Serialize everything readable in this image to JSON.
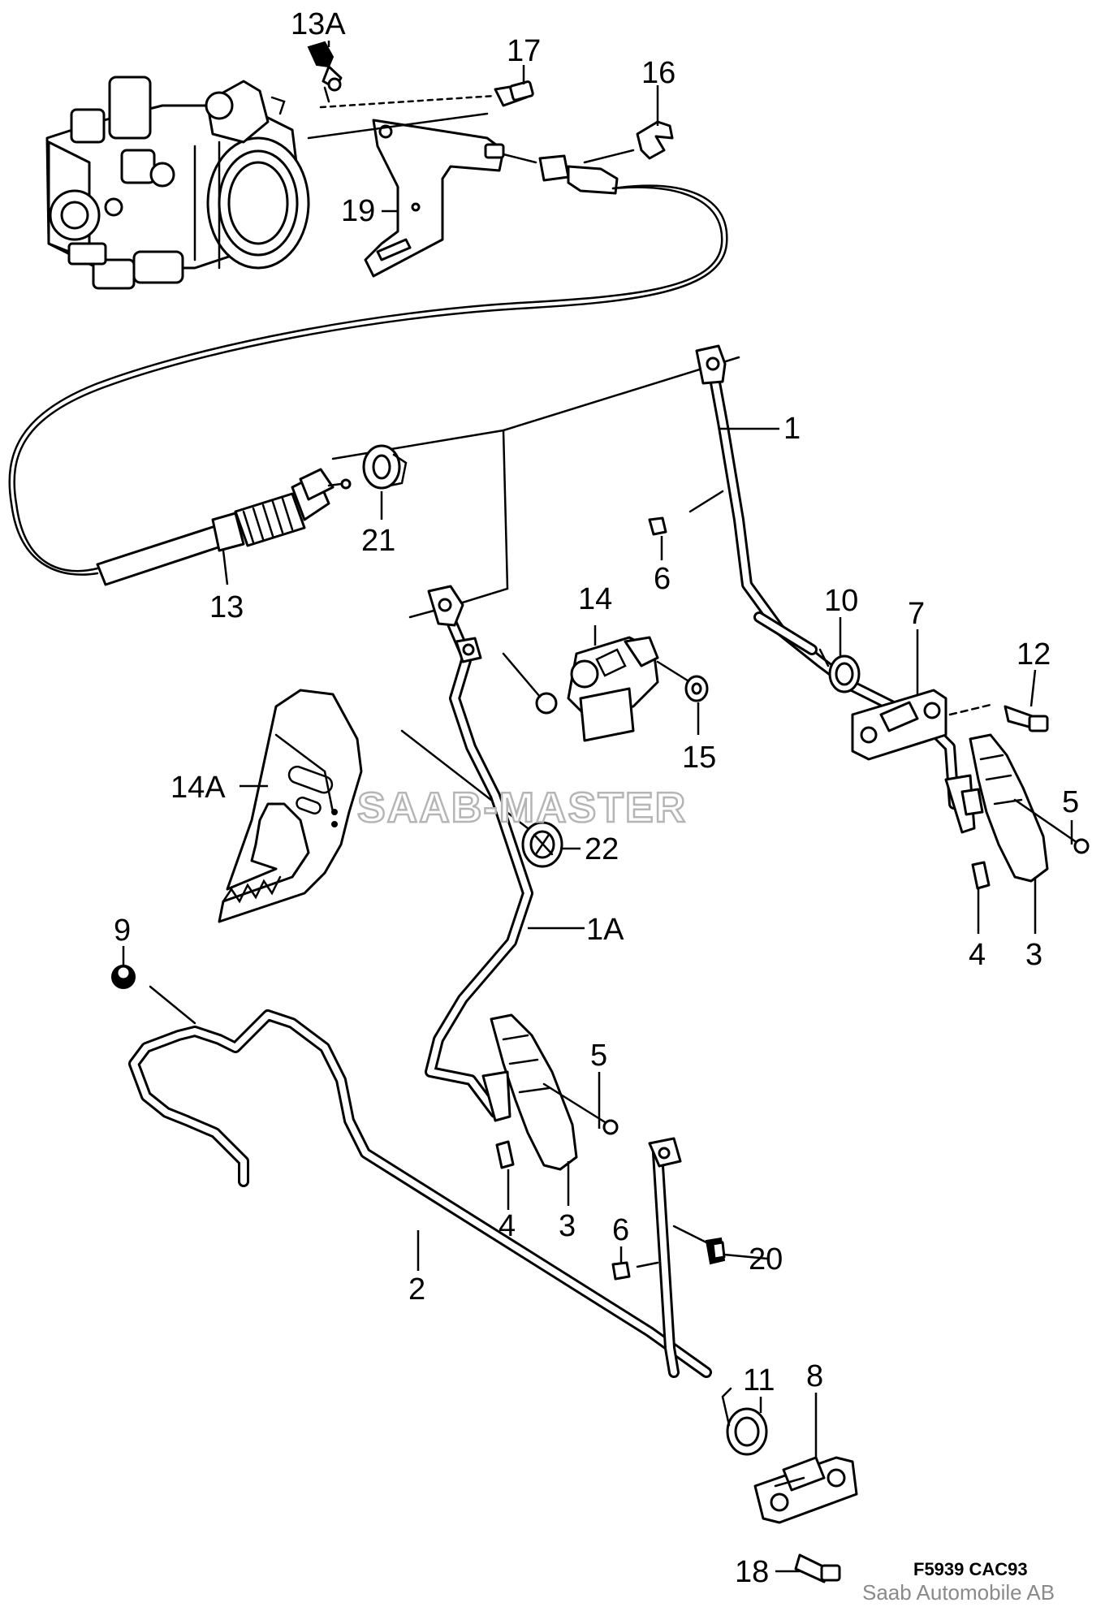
{
  "watermark": "SAAB-MASTER",
  "figure_ref": "F5939 CAC93",
  "copyright": "Saab Automobile AB",
  "callouts": {
    "c1": "1",
    "c1A": "1A",
    "c2": "2",
    "c3a": "3",
    "c3b": "3",
    "c4a": "4",
    "c4b": "4",
    "c5a": "5",
    "c5b": "5",
    "c6a": "6",
    "c6b": "6",
    "c7": "7",
    "c8": "8",
    "c9": "9",
    "c10": "10",
    "c11": "11",
    "c12": "12",
    "c13": "13",
    "c13A": "13A",
    "c14": "14",
    "c14A": "14A",
    "c15": "15",
    "c16": "16",
    "c17": "17",
    "c18": "18",
    "c19": "19",
    "c20": "20",
    "c21": "21",
    "c22": "22"
  }
}
